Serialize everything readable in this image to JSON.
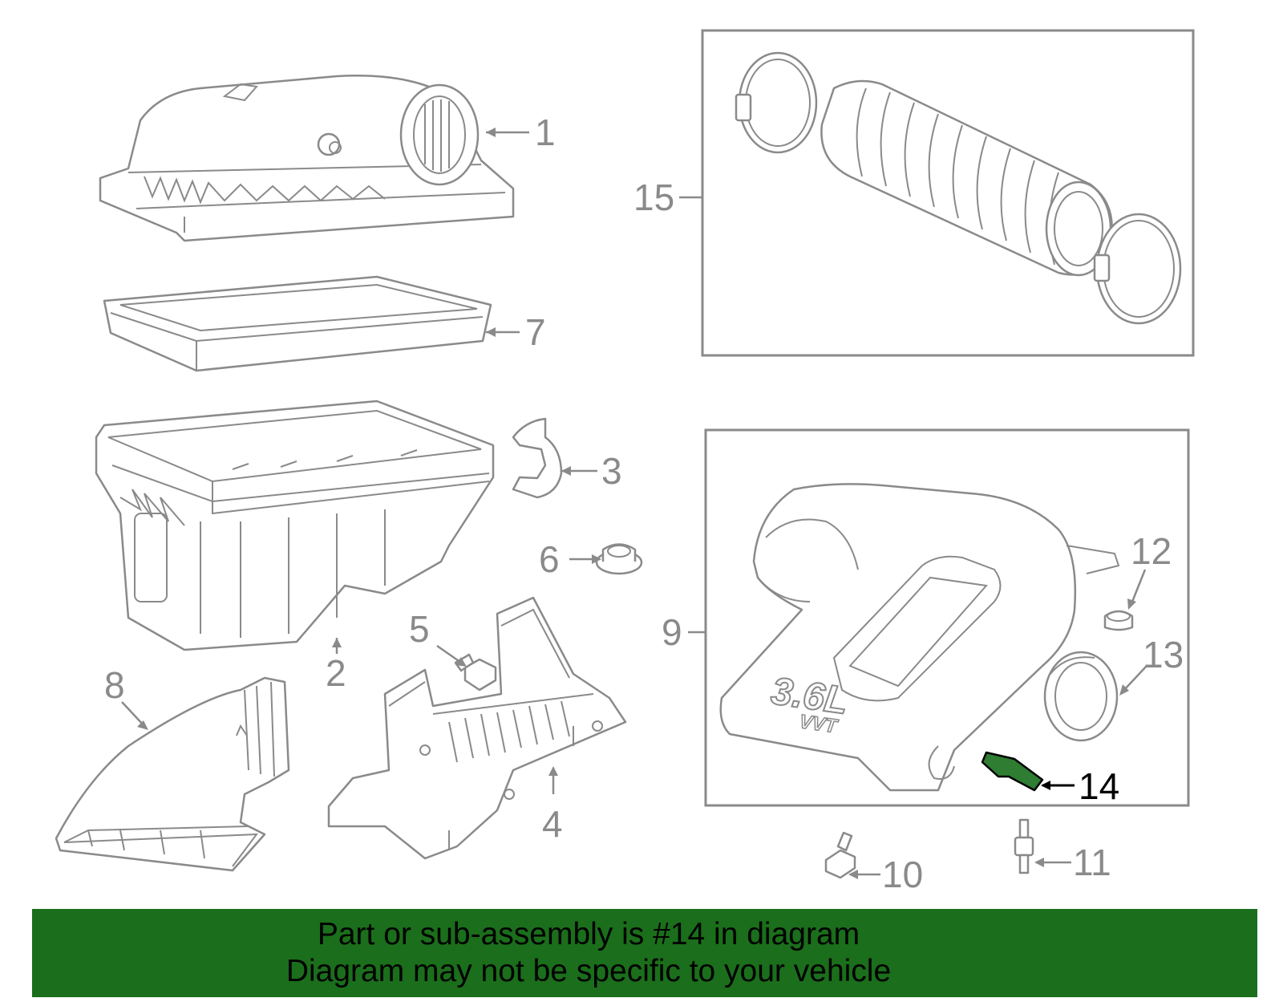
{
  "diagram": {
    "callouts": {
      "c1": "1",
      "c2": "2",
      "c3": "3",
      "c4": "4",
      "c5": "5",
      "c6": "6",
      "c7": "7",
      "c8": "8",
      "c9": "9",
      "c10": "10",
      "c11": "11",
      "c12": "12",
      "c13": "13",
      "c14": "14",
      "c15": "15"
    },
    "engine_badge": {
      "main": "3.6L",
      "sub": "VVT"
    },
    "highlight_color": "#2e7d32",
    "line_color": "#8a8a8a"
  },
  "footer": {
    "line1": "Part or sub-assembly is #14 in diagram",
    "line2": "Diagram may not be specific to your vehicle",
    "background": "#1b6e1b"
  }
}
